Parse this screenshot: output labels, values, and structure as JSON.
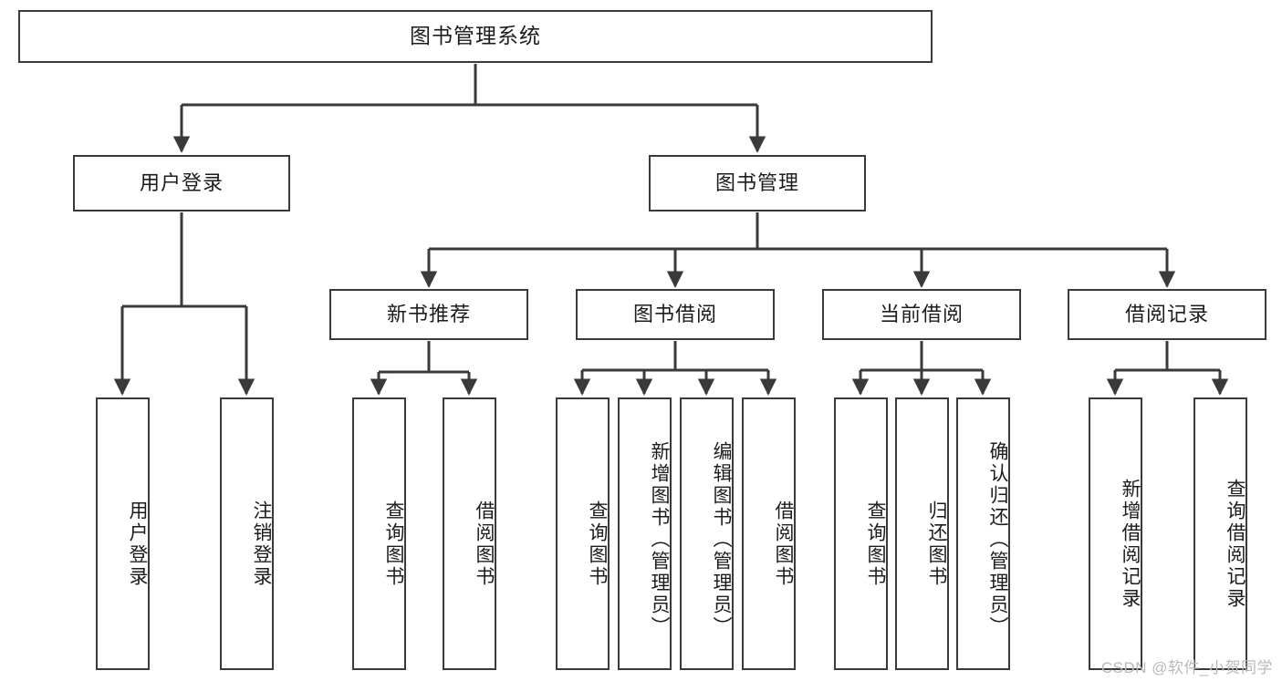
{
  "diagram": {
    "type": "tree-hierarchy-chart",
    "title": "图书管理系统",
    "watermark": "CSDN @软件_小贺同学",
    "root": {
      "label": "图书管理系统"
    },
    "level2": [
      {
        "label": "用户登录"
      },
      {
        "label": "图书管理"
      }
    ],
    "level3": [
      {
        "label": "新书推荐"
      },
      {
        "label": "图书借阅"
      },
      {
        "label": "当前借阅"
      },
      {
        "label": "借阅记录"
      }
    ],
    "leaves": {
      "user_login": [
        {
          "label": "用户登录"
        },
        {
          "label": "注销登录"
        }
      ],
      "new_book_recommend": [
        {
          "label": "查询图书"
        },
        {
          "label": "借阅图书"
        }
      ],
      "book_borrow": [
        {
          "label": "查询图书"
        },
        {
          "label": "新增图书（管理员）"
        },
        {
          "label": "编辑图书（管理员）"
        },
        {
          "label": "借阅图书"
        }
      ],
      "current_borrow": [
        {
          "label": "查询图书"
        },
        {
          "label": "归还图书"
        },
        {
          "label": "确认归还（管理员）"
        }
      ],
      "borrow_record": [
        {
          "label": "新增借阅记录"
        },
        {
          "label": "查询借阅记录"
        }
      ]
    },
    "colors": {
      "box_border": "#3a3a3a",
      "box_fill": "#ffffff",
      "connector": "#3a3a3a",
      "text": "#1c1c1c",
      "watermark": "#b9b9b9"
    }
  }
}
